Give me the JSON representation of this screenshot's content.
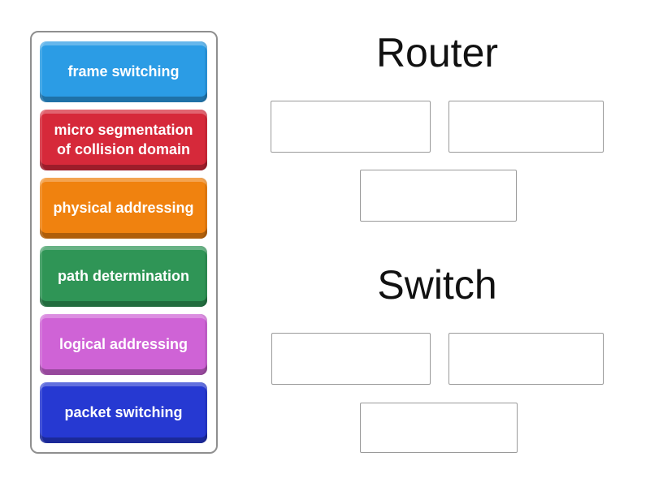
{
  "panel": {
    "border_color": "#8f8f8f"
  },
  "tiles": [
    {
      "label": "frame switching",
      "color": "#2b9ce5"
    },
    {
      "label": "micro segmentation of collision domain",
      "color": "#d6293a"
    },
    {
      "label": "physical addressing",
      "color": "#f0820f"
    },
    {
      "label": "path determination",
      "color": "#2f9556"
    },
    {
      "label": "logical addressing",
      "color": "#cf63d6"
    },
    {
      "label": "packet switching",
      "color": "#2639d2"
    }
  ],
  "groups": [
    {
      "title": "Router",
      "slot_count": 3
    },
    {
      "title": "Switch",
      "slot_count": 3
    }
  ],
  "slot": {
    "border_color": "#9a9a9a"
  }
}
